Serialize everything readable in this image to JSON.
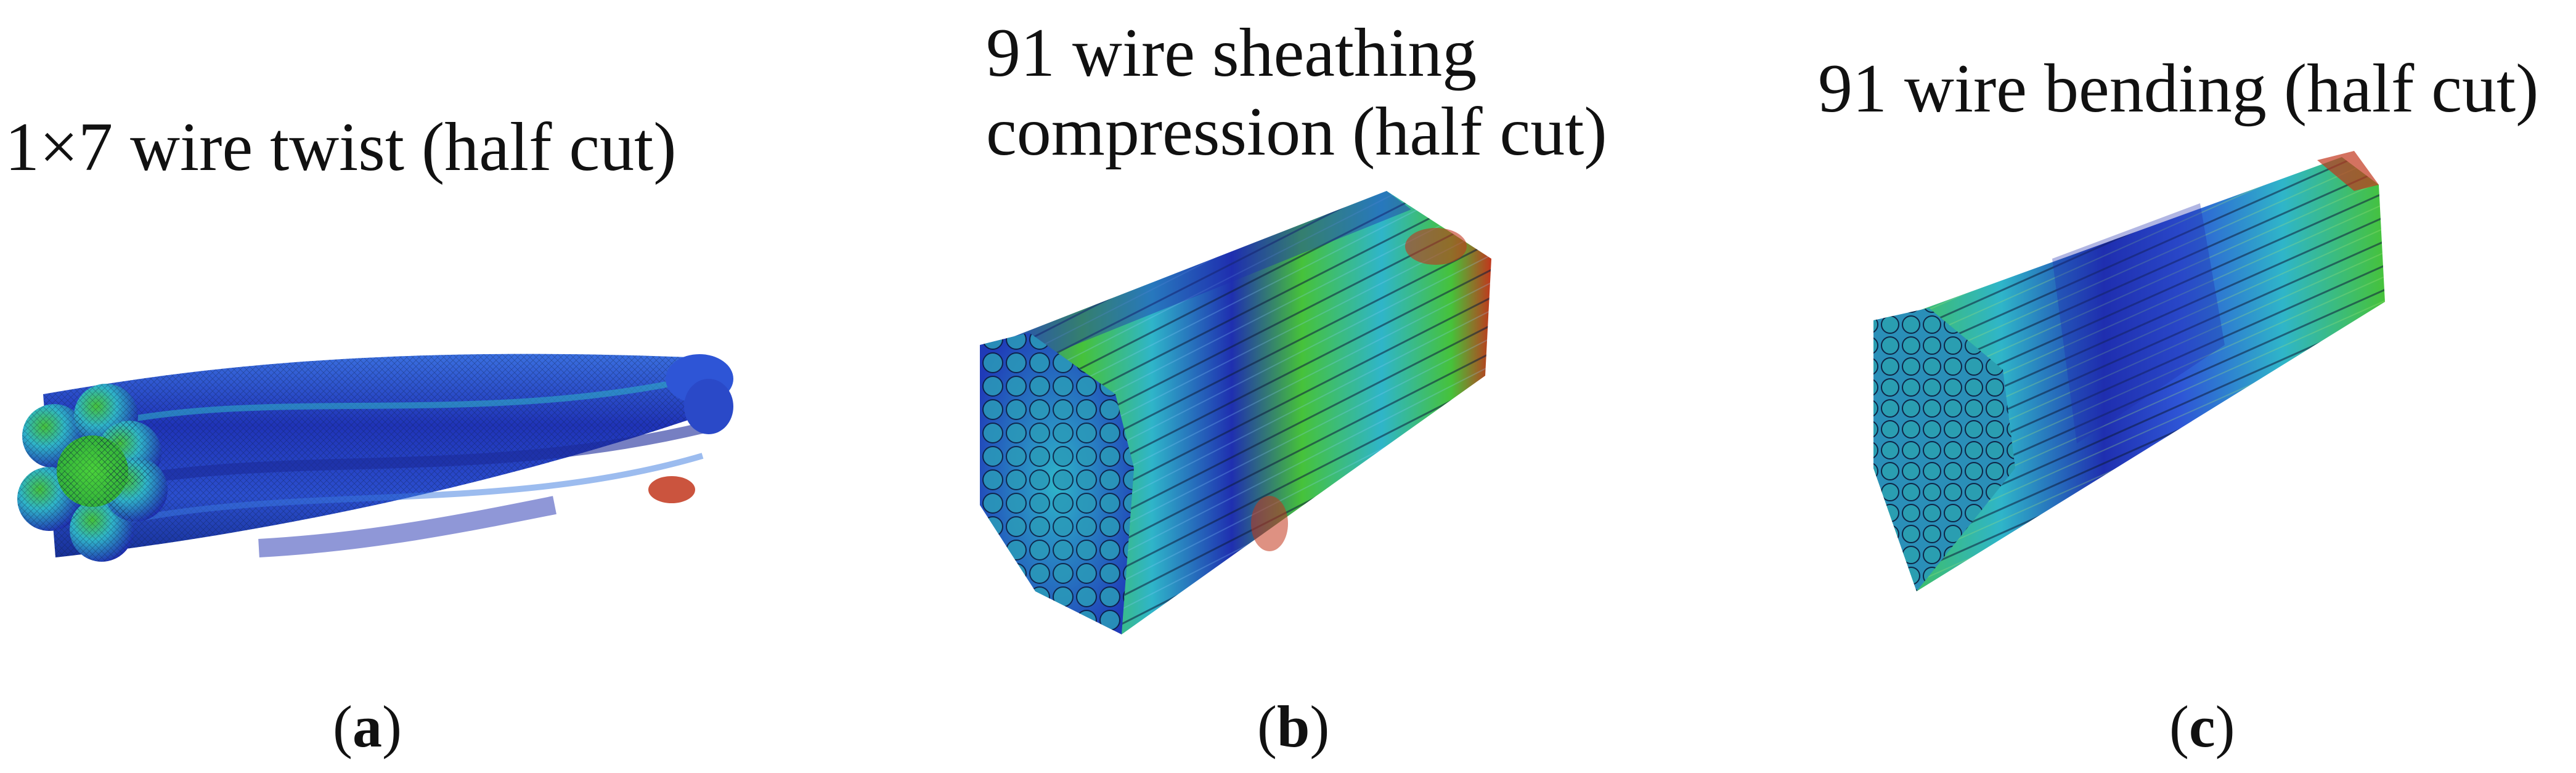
{
  "figure": {
    "panels": [
      {
        "id": "a",
        "title_lines": [
          "1×7 wire twist (half cut)"
        ],
        "caption_letter": "a"
      },
      {
        "id": "b",
        "title_lines": [
          "91 wire sheathing",
          "compression (half cut)"
        ],
        "caption_letter": "b"
      },
      {
        "id": "c",
        "title_lines": [
          "91 wire bending (half cut)"
        ],
        "caption_letter": "c"
      }
    ]
  },
  "colors": {
    "deep_blue": "#1f2fb0",
    "blue": "#2e55d6",
    "cyan": "#2fb5c9",
    "green": "#46c23a",
    "yellow": "#c8d21c",
    "red": "#c2361c",
    "mesh": "#0b1a3a"
  }
}
